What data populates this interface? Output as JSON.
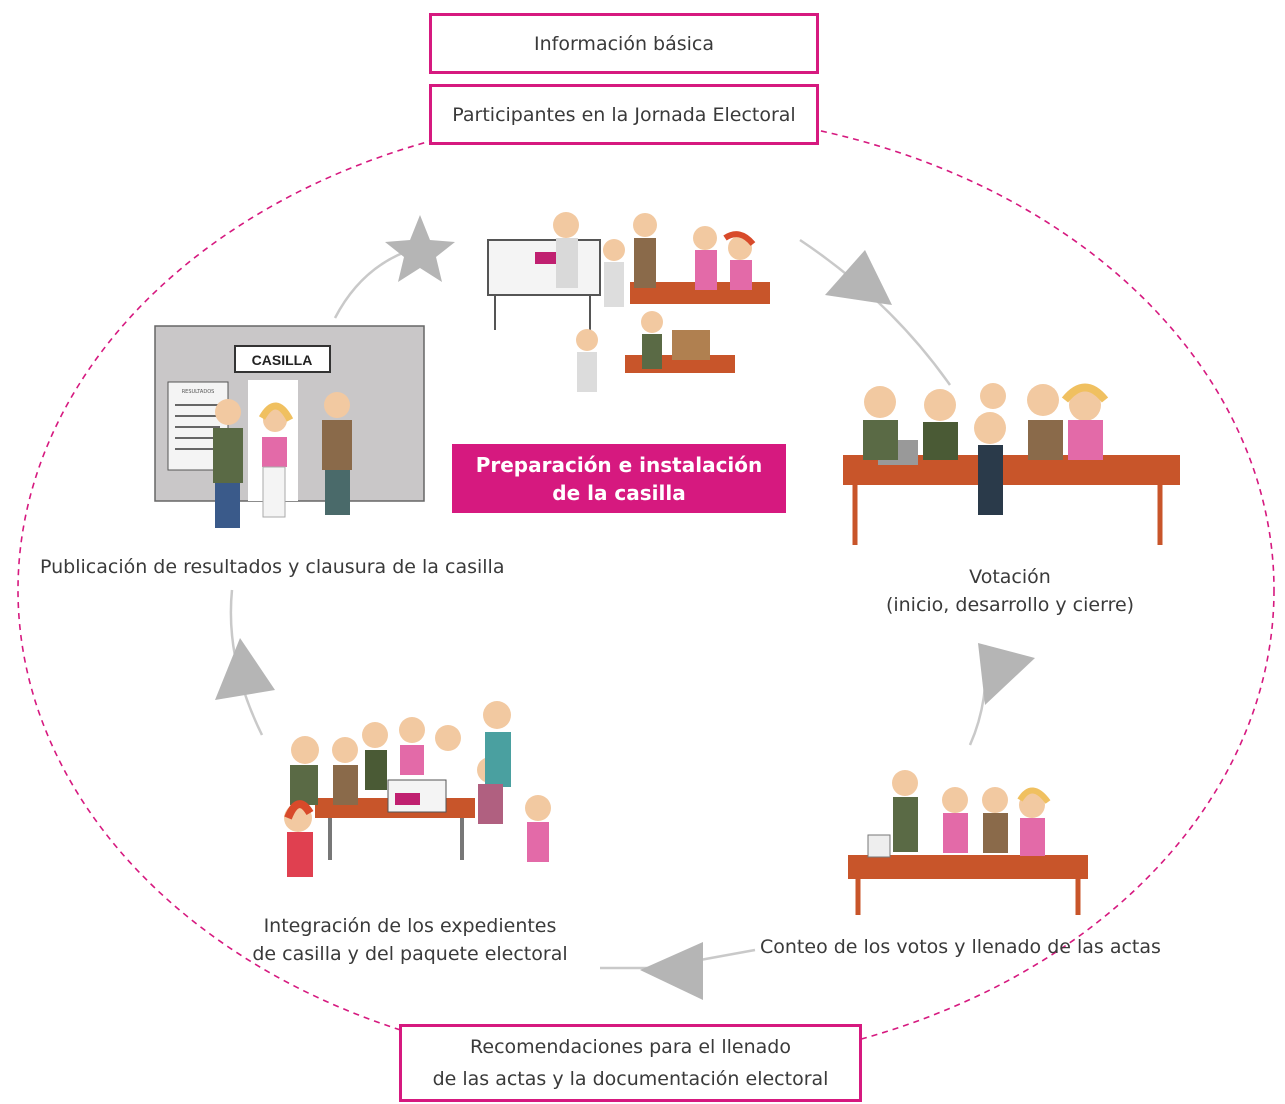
{
  "header": {
    "info_label": "Información básica",
    "participants_label": "Participantes en la Jornada Electoral"
  },
  "steps": {
    "preparacion": {
      "line1": "Preparación e instalación",
      "line2": "de la casilla"
    },
    "votacion": {
      "line1": "Votación",
      "line2": "(inicio, desarrollo y cierre)"
    },
    "conteo": {
      "line1": "Conteo de los votos y llenado de las actas"
    },
    "integracion": {
      "line1": "Integración de los expedientes",
      "line2": "de casilla y del paquete electoral"
    },
    "publicacion": {
      "line1": "Publicación de resultados y clausura de la casilla"
    }
  },
  "footer": {
    "line1": "Recomendaciones para el llenado",
    "line2": "de las actas y la documentación electoral"
  },
  "illustration": {
    "casilla_sign": "CASILLA",
    "results_sheet": "RESULTADOS"
  },
  "colors": {
    "accent": "#d6197f",
    "arrow": "#b5b5b5",
    "table": "#c8552a"
  }
}
